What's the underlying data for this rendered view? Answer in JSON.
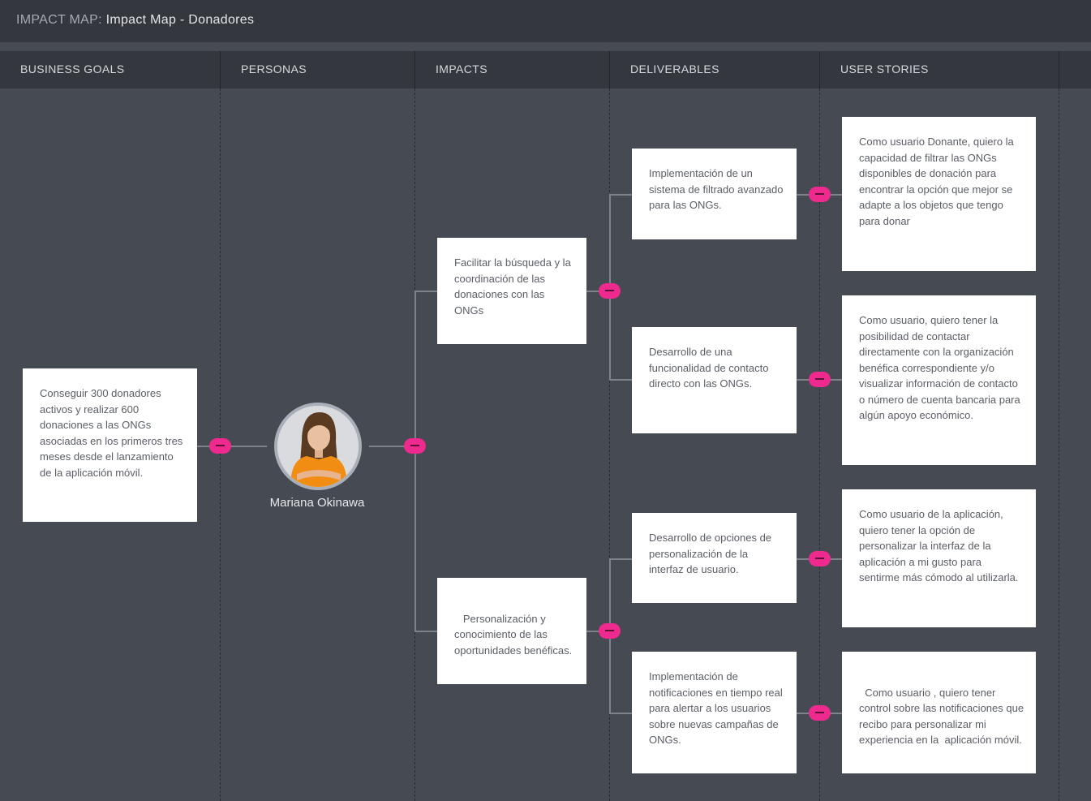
{
  "header": {
    "prefix": "IMPACT MAP:",
    "title": "Impact Map - Donadores"
  },
  "columns": [
    "BUSINESS GOALS",
    "PERSONAS",
    "IMPACTS",
    "DELIVERABLES",
    "USER STORIES"
  ],
  "business_goal": "Conseguir 300 donadores activos y realizar 600 donaciones a las ONGs asociadas en los primeros tres meses desde el lanzamiento de la aplicación móvil.",
  "persona": {
    "name": "Mariana Okinawa"
  },
  "impacts": [
    "Facilitar la búsqueda y la coordinación de las donaciones con las ONGs",
    " Personalización y conocimiento de las oportunidades benéficas."
  ],
  "deliverables": [
    "Implementación de un sistema de filtrado avanzado para las ONGs.",
    "Desarrollo de una funcionalidad de contacto directo con las ONGs.",
    "Desarrollo de opciones de personalización de la interfaz de usuario.",
    "Implementación de notificaciones en tiempo real para alertar a los usuarios sobre nuevas campañas de ONGs."
  ],
  "user_stories": [
    "Como usuario Donante, quiero la capacidad de filtrar las ONGs disponibles de donación para encontrar la opción que mejor se adapte a los objetos que tengo para donar",
    "Como usuario, quiero tener la posibilidad de contactar directamente con la organización benéfica correspondiente y/o visualizar información de contacto o número de cuenta bancaria para algún apoyo económico.",
    "Como usuario de la aplicación, quiero tener la opción de personalizar la interfaz de la aplicación a mi gusto para sentirme más cómodo al utilizarla.",
    "Como usuario , quiero tener control sobre las notificaciones que recibo para personalizar mi experiencia en la  aplicación móvil."
  ],
  "colors": {
    "background": "#464a52",
    "header_bar": "#34373d",
    "toggle": "#ef2a8e",
    "card": "#ffffff",
    "connector": "#7d828b"
  },
  "icons": {
    "toggle": "collapse-minus-icon"
  }
}
